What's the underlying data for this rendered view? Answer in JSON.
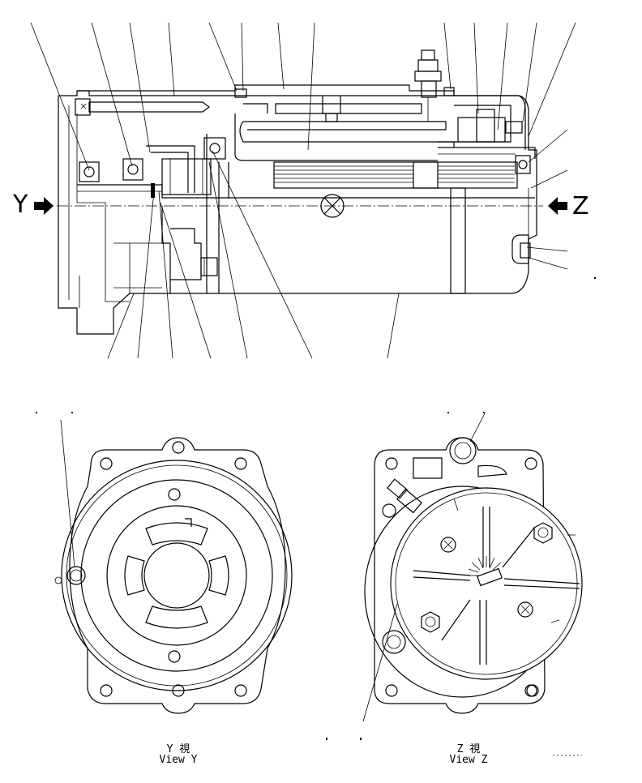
{
  "view_markers": {
    "left_letter": "Y",
    "right_letter": "Z"
  },
  "captions": {
    "view_y_kanji": "Y  視",
    "view_y_english": "View Y",
    "view_z_kanji": "Z  視",
    "view_z_english": "View Z"
  },
  "colors": {
    "ink": "#000000",
    "paper": "#ffffff"
  }
}
